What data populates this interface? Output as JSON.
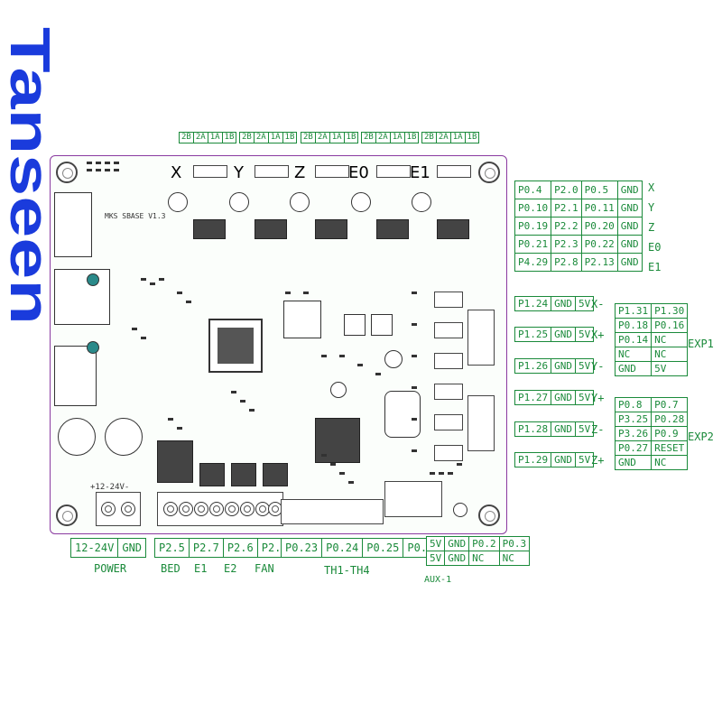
{
  "brand": {
    "text": "Tanseen",
    "color": "#1a3bdc"
  },
  "board": {
    "name_silk": "MKS SBASE",
    "name_ver": "V1.3",
    "power_silk": "+12-24V-",
    "axis_labels": [
      "X",
      "Y",
      "Z",
      "E0",
      "E1"
    ]
  },
  "motor_header_pins": {
    "labels": [
      "2B",
      "2A",
      "1A",
      "1B"
    ],
    "count": 5
  },
  "motor_pin_table": {
    "rows": [
      {
        "cells": [
          "P0.4",
          "P2.0",
          "P0.5",
          "GND"
        ],
        "label": "X"
      },
      {
        "cells": [
          "P0.10",
          "P2.1",
          "P0.11",
          "GND"
        ],
        "label": "Y"
      },
      {
        "cells": [
          "P0.19",
          "P2.2",
          "P0.20",
          "GND"
        ],
        "label": "Z"
      },
      {
        "cells": [
          "P0.21",
          "P2.3",
          "P0.22",
          "GND"
        ],
        "label": "E0"
      },
      {
        "cells": [
          "P4.29",
          "P2.8",
          "P2.13",
          "GND"
        ],
        "label": "E1"
      }
    ]
  },
  "endstops": [
    {
      "cells": [
        "P1.24",
        "GND",
        "5V"
      ],
      "label": "X-"
    },
    {
      "cells": [
        "P1.25",
        "GND",
        "5V"
      ],
      "label": "X+"
    },
    {
      "cells": [
        "P1.26",
        "GND",
        "5V"
      ],
      "label": "Y-"
    },
    {
      "cells": [
        "P1.27",
        "GND",
        "5V"
      ],
      "label": "Y+"
    },
    {
      "cells": [
        "P1.28",
        "GND",
        "5V"
      ],
      "label": "Z-"
    },
    {
      "cells": [
        "P1.29",
        "GND",
        "5V"
      ],
      "label": "Z+"
    }
  ],
  "exp1": {
    "label": "EXP1",
    "rows": [
      [
        "P1.31",
        "P1.30"
      ],
      [
        "P0.18",
        "P0.16"
      ],
      [
        "P0.14",
        "NC"
      ],
      [
        "NC",
        "NC"
      ],
      [
        "GND",
        "5V"
      ]
    ]
  },
  "exp2": {
    "label": "EXP2",
    "rows": [
      [
        "P0.8",
        "P0.7"
      ],
      [
        "P3.25",
        "P0.28"
      ],
      [
        "P3.26",
        "P0.9"
      ],
      [
        "P0.27",
        "RESET"
      ],
      [
        "GND",
        "NC"
      ]
    ]
  },
  "bottom": {
    "power": {
      "cells": [
        "12-24V",
        "GND"
      ],
      "label": "POWER"
    },
    "outputs": {
      "cells": [
        "P2.5",
        "P2.7",
        "P2.6",
        "P2.4"
      ],
      "labels": [
        "BED",
        "E1",
        "E2",
        "FAN"
      ]
    },
    "thermistors": {
      "cells": [
        "P0.23",
        "P0.24",
        "P0.25",
        "P0.26"
      ],
      "label": "TH1-TH4"
    },
    "aux": {
      "rows": [
        [
          "5V",
          "GND",
          "P0.2",
          "P0.3"
        ],
        [
          "5V",
          "GND",
          "NC",
          "NC"
        ]
      ],
      "label": "AUX-1"
    }
  }
}
